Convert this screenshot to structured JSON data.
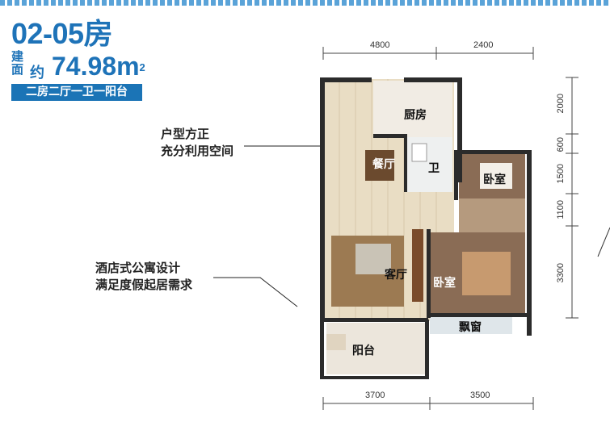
{
  "header": {
    "unit_number": "02-05房",
    "area_prefix": "建面",
    "area_approx": "约",
    "area_value": "74.98m",
    "area_superscript": "2",
    "layout_tag": "二房二厅一卫一阳台"
  },
  "notes": {
    "note1_line1": "户型方正",
    "note1_line2": "充分利用空间",
    "note2_line1": "酒店式公寓设计",
    "note2_line2": "满足度假起居需求"
  },
  "dimensions": {
    "top": [
      "4800",
      "2400"
    ],
    "bottom": [
      "3700",
      "3500"
    ],
    "right": [
      "2000",
      "600",
      "1500",
      "1100",
      "3300"
    ]
  },
  "rooms": {
    "kitchen": "厨房",
    "dining": "餐厅",
    "bathroom": "卫",
    "bedroom1": "卧室",
    "living": "客厅",
    "bedroom2": "卧室",
    "bay_window": "飘窗",
    "balcony": "阳台"
  },
  "colors": {
    "brand_blue": "#1e73b8",
    "wall": "#2b2b2b",
    "floor_wood": "#e9ddc4",
    "bedroom_floor": "#8a6c55",
    "balcony_floor": "#ece6dc"
  }
}
